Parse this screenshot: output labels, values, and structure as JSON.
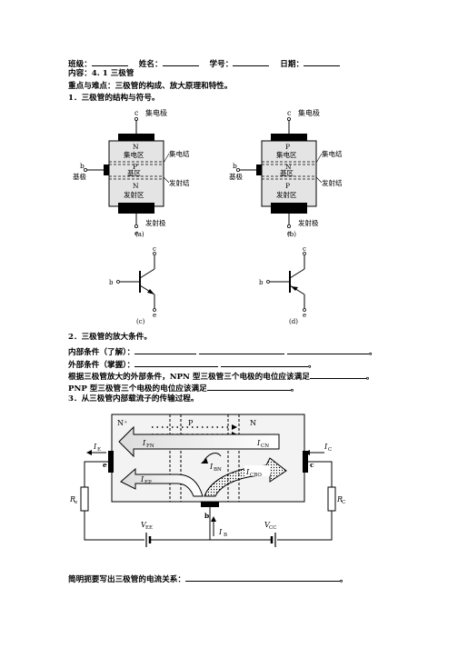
{
  "header": {
    "class_label": "班级：",
    "name_label": "姓名：",
    "id_label": "学号：",
    "date_label": "日期："
  },
  "content_line": "内容：4. 1 三极管",
  "key_points": "重点与难点：三极管的构成、放大原理和特性。",
  "section1": "1．三极管的结构与符号。",
  "fig_a": {
    "c_pin": "c",
    "c_label": "集电极",
    "top_region_letter": "N",
    "top_region_name": "集电区",
    "mid_region_letter": "P",
    "mid_region_name": "基区",
    "bot_region_letter": "N",
    "bot_region_name": "发射区",
    "collector_junction": "集电结",
    "emitter_junction": "发射结",
    "b_pin": "b",
    "b_label": "基极",
    "e_pin": "e",
    "e_label": "发射极",
    "caption": "(a)"
  },
  "fig_b": {
    "c_pin": "c",
    "c_label": "集电极",
    "top_region_letter": "P",
    "top_region_name": "集电区",
    "mid_region_letter": "N",
    "mid_region_name": "基区",
    "bot_region_letter": "P",
    "bot_region_name": "发射区",
    "collector_junction": "集电结",
    "emitter_junction": "发射结",
    "b_pin": "b",
    "b_label": "基极",
    "e_pin": "e",
    "e_label": "发射极",
    "caption": "(b)"
  },
  "fig_c": {
    "b": "b",
    "c": "c",
    "e": "e",
    "caption": "(c)"
  },
  "fig_d": {
    "b": "b",
    "c": "c",
    "e": "e",
    "caption": "(d)"
  },
  "section2": "2．三极管的放大条件。",
  "internal_cond": "内部条件（了解）：",
  "external_cond": "外部条件（掌握）：",
  "npn_text": "根据三极管放大的外部条件，NPN 型三极管三个电极的电位应该满足",
  "pnp_text": "PNP 型三极管三个电极的电位应该满足",
  "section3": "3．从三极管内部载流子的传输过程。",
  "flow_diagram": {
    "n_plus": "N⁺",
    "p": "P",
    "n": "N",
    "i_fn": "I",
    "i_fn_sub": "FN",
    "i_cn": "I",
    "i_cn_sub": "CN",
    "i_bn": "I",
    "i_bn_sub": "BN",
    "i_ep": "I",
    "i_ep_sub": "EP",
    "i_cbo": "I",
    "i_cbo_sub": "CBO",
    "i_e": "I",
    "i_e_sub": "E",
    "i_c": "I",
    "i_c_sub": "C",
    "e_pin": "e",
    "c_pin": "c",
    "b_pin": "b",
    "re": "R",
    "re_sub": "e",
    "rc": "R",
    "rc_sub": "C",
    "vee": "V",
    "vee_sub": "EE",
    "vcc": "V",
    "vcc_sub": "CC",
    "ib": "I",
    "ib_sub": "B"
  },
  "final_text": "简明扼要写出三极管的电流关系：",
  "period": "。"
}
